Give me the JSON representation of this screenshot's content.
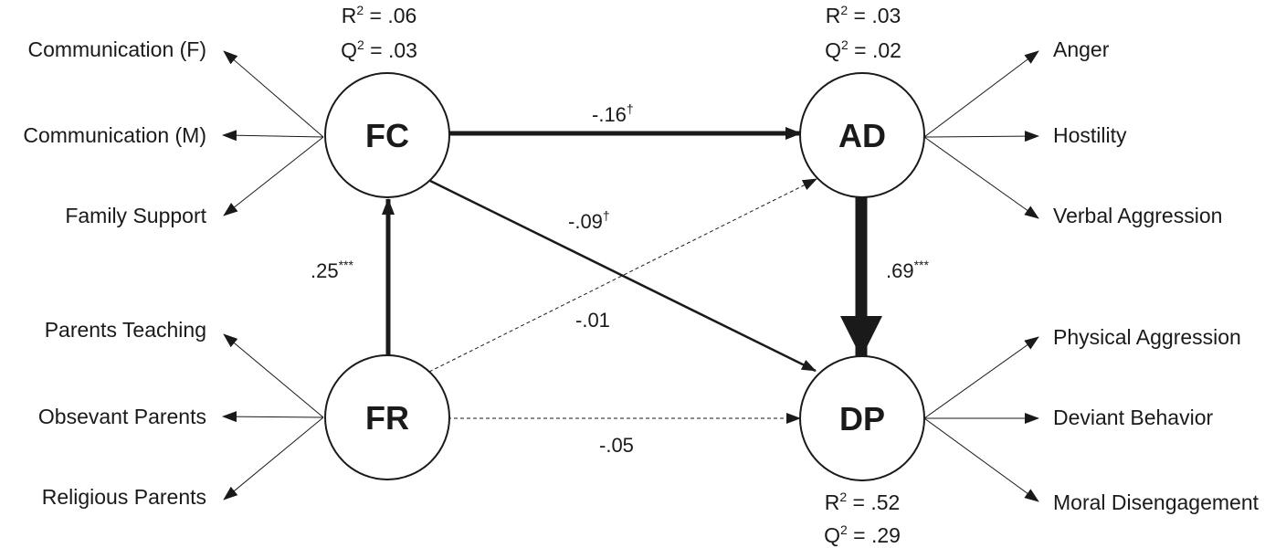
{
  "nodes": {
    "fc": "FC",
    "ad": "AD",
    "fr": "FR",
    "dp": "DP"
  },
  "stats": {
    "fc": {
      "r2_prefix": "R",
      "r2_sup": "2",
      "r2_value": " = .06",
      "q2_prefix": "Q",
      "q2_sup": "2",
      "q2_value": " = .03"
    },
    "ad": {
      "r2_prefix": "R",
      "r2_sup": "2",
      "r2_value": " = .03",
      "q2_prefix": "Q",
      "q2_sup": "2",
      "q2_value": " = .02"
    },
    "dp": {
      "r2_prefix": "R",
      "r2_sup": "2",
      "r2_value": " = .52",
      "q2_prefix": "Q",
      "q2_sup": "2",
      "q2_value": " = .29"
    }
  },
  "indicators": {
    "fc": [
      "Communication (F)",
      "Communication (M)",
      "Family Support"
    ],
    "fr": [
      "Parents Teaching",
      "Obsevant Parents",
      "Religious Parents"
    ],
    "ad": [
      "Anger",
      "Hostility",
      "Verbal Aggression"
    ],
    "dp": [
      "Physical Aggression",
      "Deviant Behavior",
      "Moral Disengagement"
    ]
  },
  "paths": {
    "fc_ad": {
      "value": "-.16",
      "mark": "†"
    },
    "fc_dp": {
      "value": "-.09",
      "mark": "†"
    },
    "fr_fc": {
      "value": ".25",
      "mark": "***"
    },
    "fr_ad": {
      "value": "-.01",
      "mark": ""
    },
    "ad_dp": {
      "value": ".69",
      "mark": "***"
    },
    "fr_dp": {
      "value": "-.05",
      "mark": ""
    }
  },
  "colors": {
    "ink": "#1a1a1a",
    "background": "#ffffff"
  }
}
